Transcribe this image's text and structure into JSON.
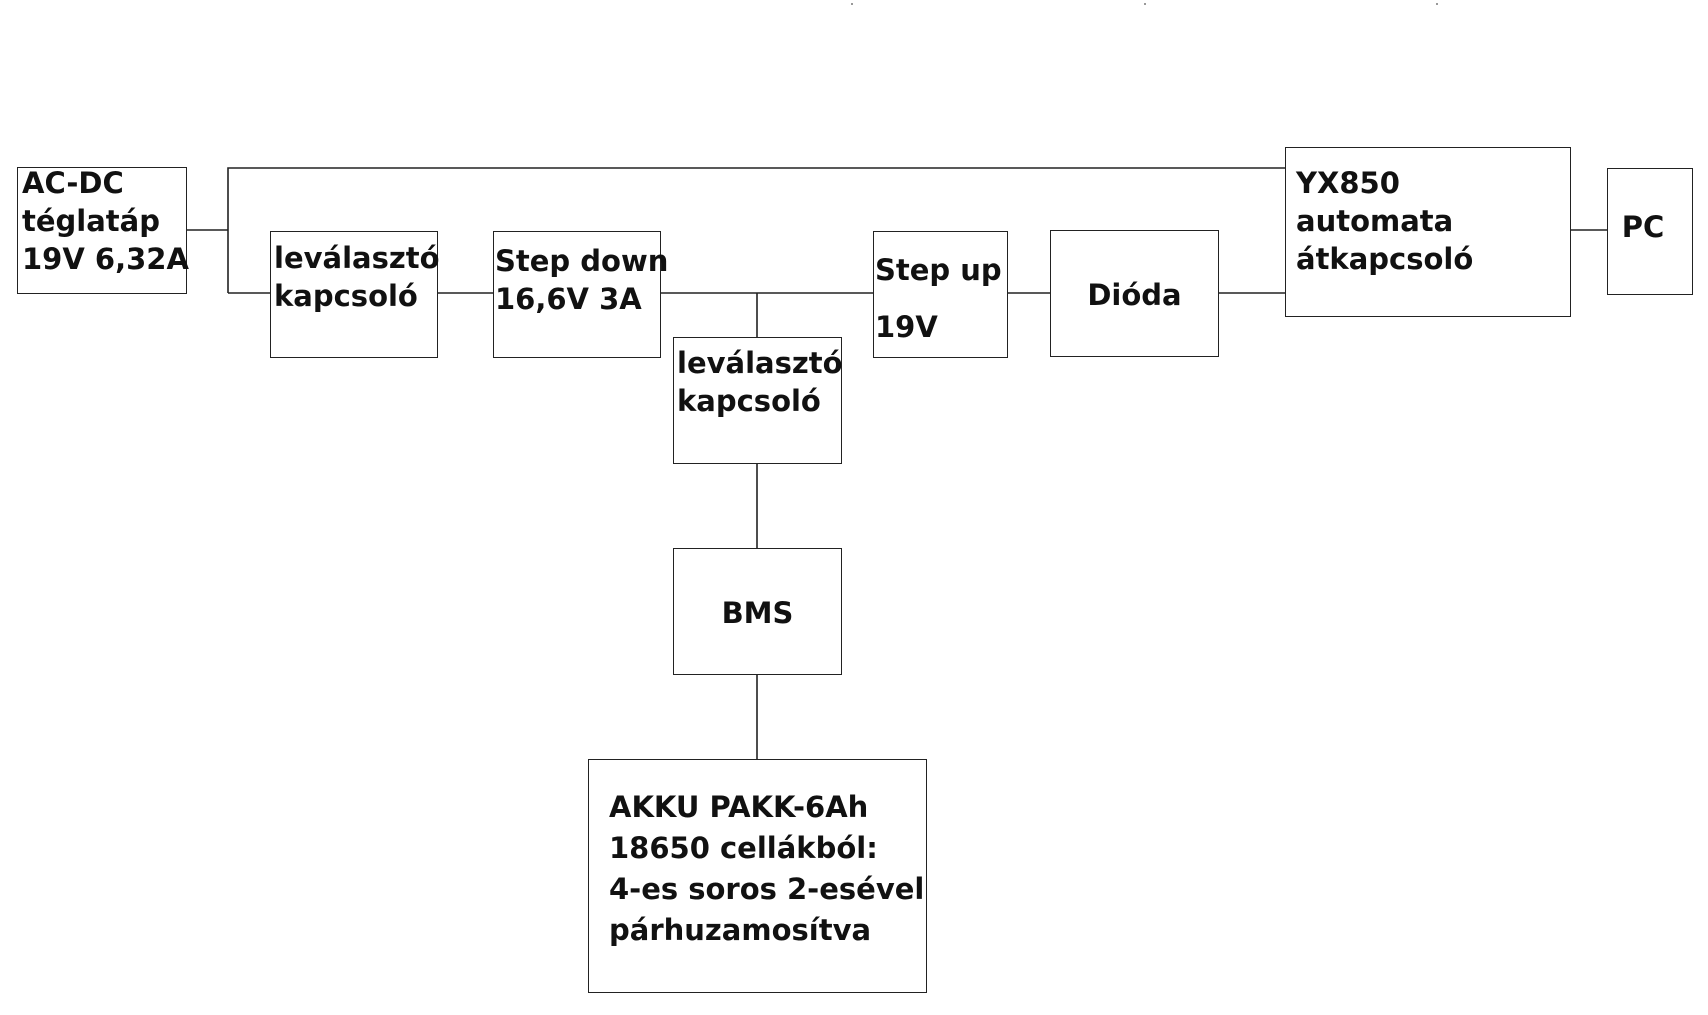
{
  "blocks": {
    "acdc": {
      "lines": [
        "AC-DC",
        "téglatáp",
        "19V 6,32A"
      ]
    },
    "switch1": {
      "lines": [
        "leválasztó",
        "kapcsoló"
      ]
    },
    "stepdown": {
      "lines": [
        "Step down",
        "16,6V 3A"
      ]
    },
    "switch2": {
      "lines": [
        "leválasztó",
        "kapcsoló"
      ]
    },
    "stepup": {
      "lines": [
        "Step up",
        "19V"
      ]
    },
    "dioda": {
      "lines": [
        "Dióda"
      ]
    },
    "yx850": {
      "lines": [
        "YX850",
        "automata",
        "átkapcsoló"
      ]
    },
    "pc": {
      "lines": [
        "PC"
      ]
    },
    "bms": {
      "lines": [
        "BMS"
      ]
    },
    "akku": {
      "lines": [
        "AKKU PAKK-6Ah",
        "18650 cellákból:",
        "4-es soros 2-esével",
        "párhuzamosítva"
      ]
    }
  }
}
